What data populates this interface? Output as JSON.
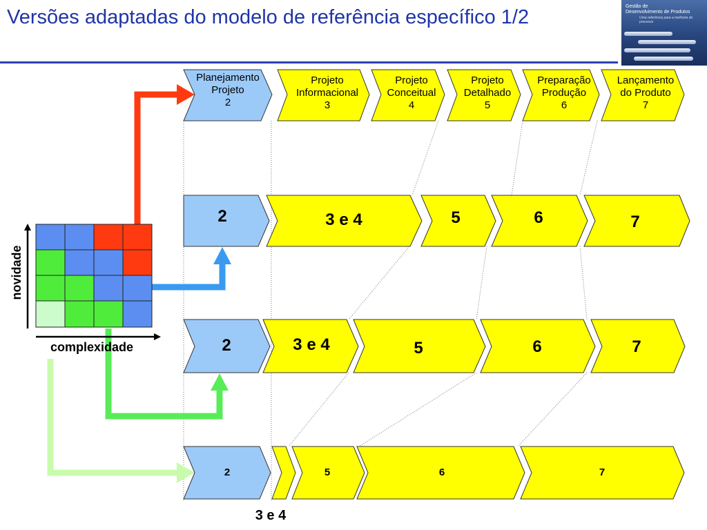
{
  "slide": {
    "title": "Versões adaptadas do modelo de referência específico 1/2"
  },
  "logo": {
    "line1": "Gestão de",
    "line2": "Desenvolvimento de Produtos",
    "line3": "Uma referência para a melhoria do processo"
  },
  "header_phases": [
    {
      "line1": "Planejamento",
      "line2": "Projeto",
      "line3": "2"
    },
    {
      "line1": "Projeto",
      "line2": "Informacional",
      "line3": "3"
    },
    {
      "line1": "Projeto",
      "line2": "Conceitual",
      "line3": "4"
    },
    {
      "line1": "Projeto",
      "line2": "Detalhado",
      "line3": "5"
    },
    {
      "line1": "Preparação",
      "line2": "Produção",
      "line3": "6"
    },
    {
      "line1": "Lançamento",
      "line2": "do Produto",
      "line3": "7"
    }
  ],
  "rows": [
    {
      "cells": [
        "2",
        "3 e 4",
        "5",
        "6",
        "7"
      ]
    },
    {
      "cells": [
        "2",
        "3 e 4",
        "5",
        "6",
        "7"
      ]
    },
    {
      "cells": [
        "2",
        "",
        "5",
        "6",
        "7"
      ],
      "below_label": "3 e 4"
    }
  ],
  "matrix": {
    "xlabel": "complexidade",
    "ylabel": "novidade",
    "colors": [
      [
        "#5b8ef0",
        "#5b8ef0",
        "#ff3a10",
        "#ff3a10"
      ],
      [
        "#50ec3c",
        "#5b8ef0",
        "#5b8ef0",
        "#ff3a10"
      ],
      [
        "#50ec3c",
        "#50ec3c",
        "#5b8ef0",
        "#5b8ef0"
      ],
      [
        "#ccfccc",
        "#50ec3c",
        "#50ec3c",
        "#5b8ef0"
      ]
    ]
  },
  "colors": {
    "plan_fill": "#9ccaf8",
    "phase_fill": "#ffff00",
    "red_arrow": "#ff3a10",
    "blue_arrow": "#3a9af0",
    "green_arrow": "#58ec58",
    "light_green_arrow": "#c8fcac",
    "title": "#1f34a8"
  }
}
